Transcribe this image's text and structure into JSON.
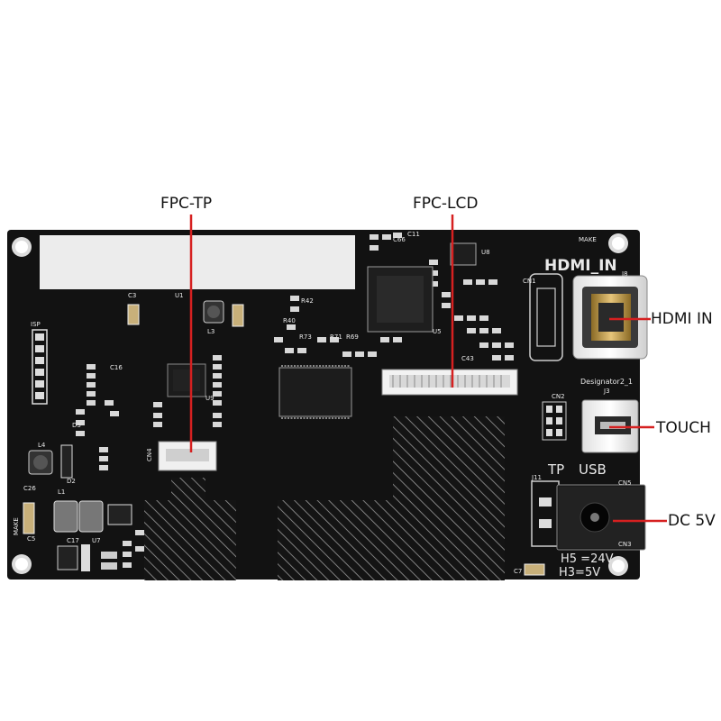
{
  "callouts": {
    "fpc_tp": "FPC-TP",
    "fpc_lcd": "FPC-LCD",
    "hdmi_in": "HDMI IN",
    "touch": "TOUCH",
    "dc_5v": "DC 5V"
  },
  "silkscreen": {
    "hdmi_in": "HDMI_IN",
    "tp": "TP",
    "usb": "USB",
    "make_top": "MAKE",
    "make_left": "MAKE",
    "isp": "ISP",
    "designator": "Designator2_1",
    "h5": "H5 =24V",
    "h3": "H3=5V",
    "j8": "J8",
    "j3": "J3",
    "j11": "J11",
    "cn1": "CN1",
    "cn2": "CN2",
    "cn4": "CN4",
    "cn5": "CN5",
    "cn3": "CN3",
    "l1": "L1",
    "l3": "L3",
    "l4": "L4",
    "u1": "U1",
    "u5": "U5",
    "u7": "U7",
    "u8": "U8",
    "u9": "U9",
    "r40": "R40",
    "r42": "R42",
    "r69": "R69",
    "r71": "R71",
    "r73": "R73",
    "c3": "C3",
    "c17": "C17",
    "c26": "C26",
    "c43": "C43",
    "c66": "C66",
    "c11": "C11",
    "c16": "C16",
    "c5": "C5",
    "c7": "C7",
    "d2": "D2",
    "d3": "D3"
  },
  "colors": {
    "pcb": "#111111",
    "silk": "#e8e8e8",
    "leader": "#d62020",
    "gold": "#c9a24a",
    "metal": "#b8b8b8"
  }
}
